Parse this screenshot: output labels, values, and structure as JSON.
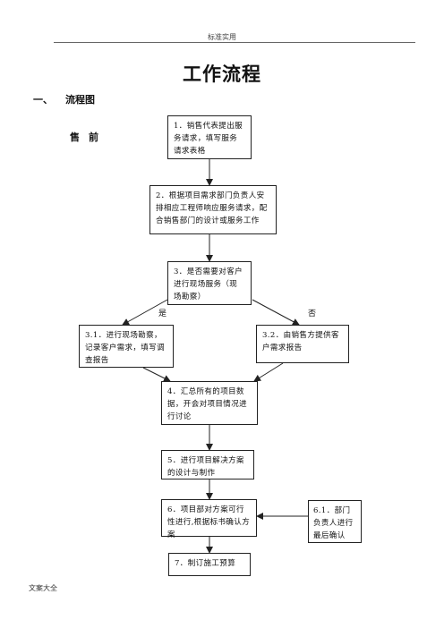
{
  "header": {
    "text": "标准实用"
  },
  "title": "工作流程",
  "section": {
    "number": "一、",
    "title": "流程图"
  },
  "side_label": "售前",
  "steps": {
    "s1": "1．销售代表提出服务请求，填写服务请求表格",
    "s2": "2．根据项目需求部门负责人安排相应工程师响应服务请求，配合销售部门的设计或服务工作",
    "s3": "3．是否需要对客户进行现场服务（现场勘察）",
    "s31": "3.1．进行现场勘察，记录客户需求，填写调查报告",
    "s32": "3.2．由销售方提供客户需求报告",
    "s4": "4．汇总所有的项目数据，开会对项目情况进行讨论",
    "s5": "5．进行项目解决方案的设计与制作",
    "s6": "6．项目部对方案可行性进行,根据标书确认方案",
    "s61": "6.1．部门负责人进行最后确认",
    "s7": "7．制订施工预算"
  },
  "branch_labels": {
    "yes": "是",
    "no": "否"
  },
  "footer": {
    "text": "文案大全"
  }
}
